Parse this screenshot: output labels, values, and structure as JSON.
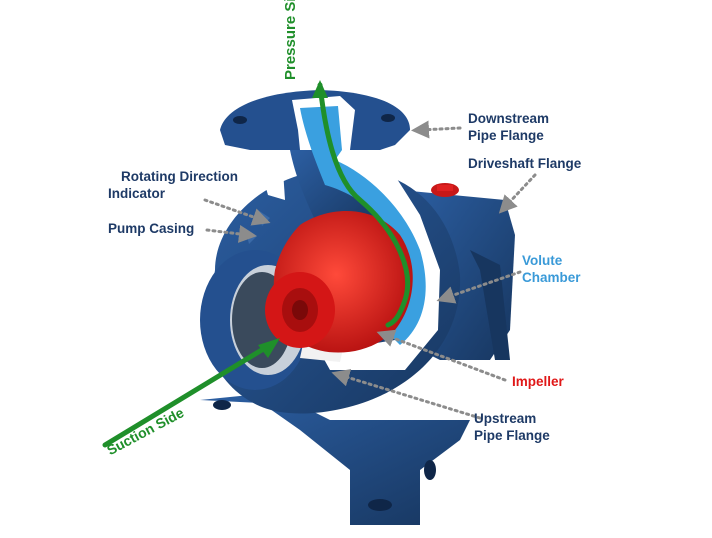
{
  "labels": {
    "pressure_side": "Pressure Side",
    "downstream_flange": [
      "Downstream",
      "Pipe Flange"
    ],
    "driveshaft_flange": "Driveshaft Flange",
    "rotating_direction": [
      "Rotating Direction",
      "Indicator"
    ],
    "pump_casing": "Pump Casing",
    "volute_chamber": [
      "Volute",
      "Chamber"
    ],
    "impeller": "Impeller",
    "suction_side": "Suction Side",
    "upstream_flange": [
      "Upstream",
      "Pipe Flange"
    ]
  },
  "colors": {
    "casing": "#24508f",
    "casing_dark": "#17365f",
    "volute": "#3aa0e0",
    "impeller": "#e11d1d",
    "flow_arrow": "#1f8f2a",
    "leader": "#8c8c8c",
    "label_text": "#1e3a66"
  }
}
